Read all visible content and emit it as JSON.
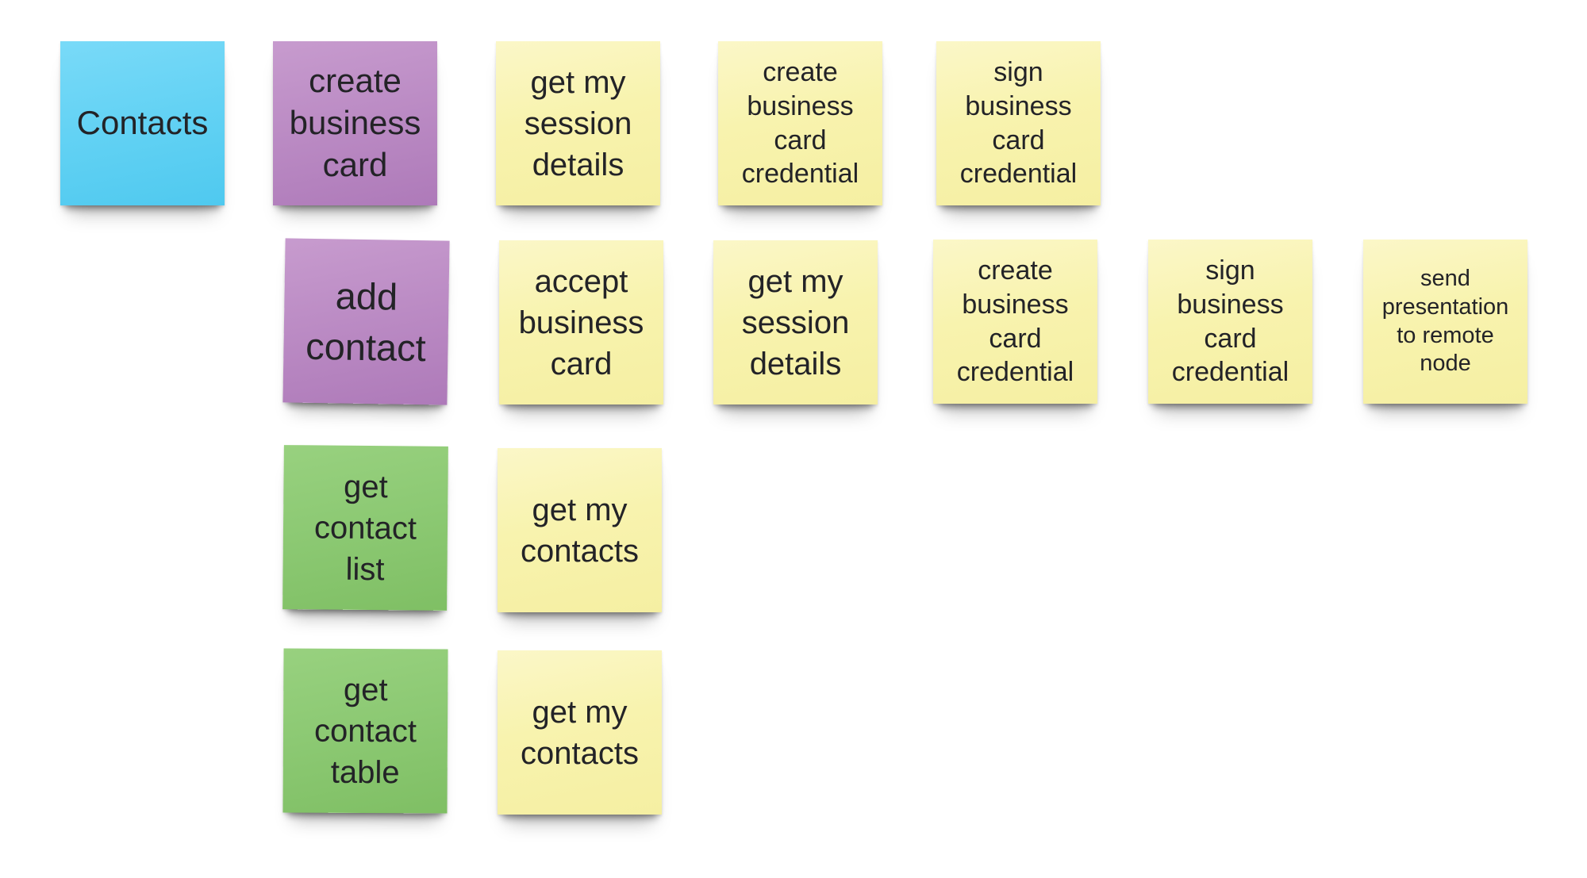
{
  "board": {
    "background": "#ffffff",
    "colors": {
      "blue": "#63d2f4",
      "purple": "#bb8bc4",
      "green": "#8cc973",
      "yellow": "#f8f3ae",
      "text": "#232327"
    },
    "notes": [
      {
        "text": "Contacts",
        "color": "blue",
        "row": 1,
        "col": 1
      },
      {
        "text": "create\nbusiness\ncard",
        "color": "purple",
        "row": 1,
        "col": 2
      },
      {
        "text": "get my\nsession\ndetails",
        "color": "yellow",
        "row": 1,
        "col": 3
      },
      {
        "text": "create\nbusiness\ncard\ncredential",
        "color": "yellow",
        "row": 1,
        "col": 4
      },
      {
        "text": "sign\nbusiness\ncard\ncredential",
        "color": "yellow",
        "row": 1,
        "col": 5
      },
      {
        "text": "add\ncontact",
        "color": "purple",
        "row": 2,
        "col": 2
      },
      {
        "text": "accept\nbusiness\ncard",
        "color": "yellow",
        "row": 2,
        "col": 3
      },
      {
        "text": "get my\nsession\ndetails",
        "color": "yellow",
        "row": 2,
        "col": 4
      },
      {
        "text": "create\nbusiness\ncard\ncredential",
        "color": "yellow",
        "row": 2,
        "col": 5
      },
      {
        "text": "sign\nbusiness\ncard\ncredential",
        "color": "yellow",
        "row": 2,
        "col": 6
      },
      {
        "text": "send\npresentation\nto remote\nnode",
        "color": "yellow",
        "row": 2,
        "col": 7
      },
      {
        "text": "get\ncontact\nlist",
        "color": "green",
        "row": 3,
        "col": 2
      },
      {
        "text": "get my\ncontacts",
        "color": "yellow",
        "row": 3,
        "col": 3
      },
      {
        "text": "get\ncontact\ntable",
        "color": "green",
        "row": 4,
        "col": 2
      },
      {
        "text": "get my\ncontacts",
        "color": "yellow",
        "row": 4,
        "col": 3
      }
    ]
  }
}
